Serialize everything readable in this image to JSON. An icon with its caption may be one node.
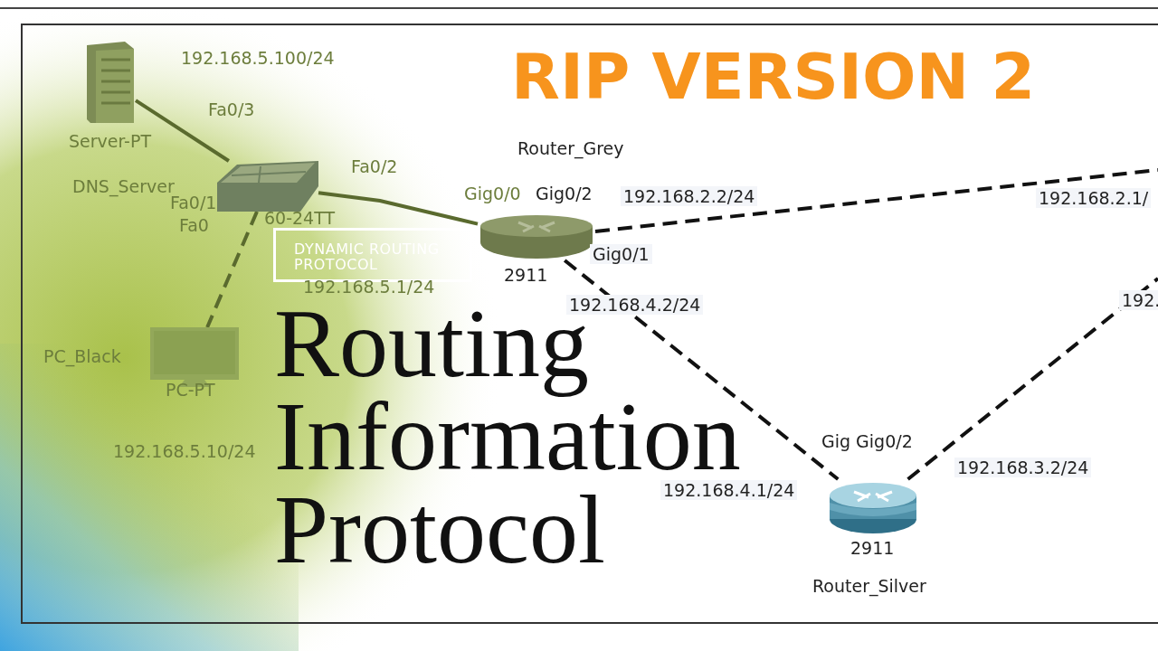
{
  "diagram": {
    "title": "RIP VERSION 2",
    "nodes": [
      {
        "text": [],
        "shape": "picture",
        "beside": [
          "Server-PT",
          "DNS_Server"
        ]
      },
      {
        "text": [],
        "shape": "picture",
        "beside": [
          "Fa0/1",
          "60-24TT"
        ]
      },
      {
        "text": [],
        "shape": "picture",
        "beside": [
          "Router_Grey",
          "Gig0/2",
          "2911"
        ]
      },
      {
        "text": [],
        "shape": "picture",
        "beside": [
          "PC_Black",
          "PC-PT",
          "192.168.5.10/24"
        ]
      },
      {
        "text": [],
        "shape": "picture",
        "beside": [
          "Gig Gig0/2",
          "2911",
          "Router_Silver"
        ]
      },
      {
        "text": [
          "DYNAMIC ROUTING PROTOCOL"
        ]
      }
    ],
    "edges": [
      {
        "from": 0,
        "to": 1,
        "arrow": "none",
        "color": "#5a6a2e"
      },
      {
        "from": 1,
        "to": 2,
        "arrow": "none",
        "color": "#5a6a2e"
      },
      {
        "from": 1,
        "to": 3,
        "arrow": "none",
        "style": "dashed",
        "color": "#5a6a2e"
      },
      {
        "from": 2,
        "to": null,
        "arrow": "none",
        "style": "dashed"
      },
      {
        "from": 2,
        "to": 4,
        "arrow": "none",
        "style": "dashed"
      },
      {
        "from": 4,
        "to": null,
        "arrow": "none",
        "style": "dashed"
      }
    ],
    "labels": [
      "192.168.5.100/24",
      "Fa0/3",
      "Fa0/2",
      "Gig0/0",
      "192.168.2.2/24",
      "192.168.2.1/",
      "Fa0",
      "Gig0/1",
      "192.168.5.1/24",
      "192.168.4.2/24",
      "192.",
      "Routing Information Protocol",
      "192.168.3.2/24",
      "192.168.4.1/24"
    ]
  }
}
